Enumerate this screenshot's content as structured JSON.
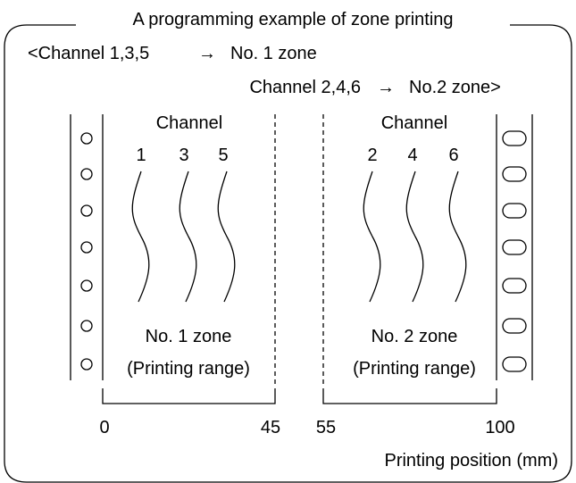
{
  "title": "A programming example of zone printing",
  "mapping": {
    "line1": "<Channel 1,3,5",
    "line1_target": "No. 1 zone",
    "line2": "Channel 2,4,6",
    "line2_target": "No.2 zone>",
    "arrow_glyph": "→"
  },
  "zone1": {
    "header": "Channel",
    "channels": [
      "1",
      "3",
      "5"
    ],
    "name": "No. 1 zone",
    "range_label": "(Printing range)",
    "start": "0",
    "end": "45"
  },
  "zone2": {
    "header": "Channel",
    "channels": [
      "2",
      "4",
      "6"
    ],
    "name": "No. 2 zone",
    "range_label": "(Printing range)",
    "start": "55",
    "end": "100"
  },
  "axis_label": "Printing position (mm)",
  "colors": {
    "stroke": "#000000",
    "background": "#ffffff"
  }
}
